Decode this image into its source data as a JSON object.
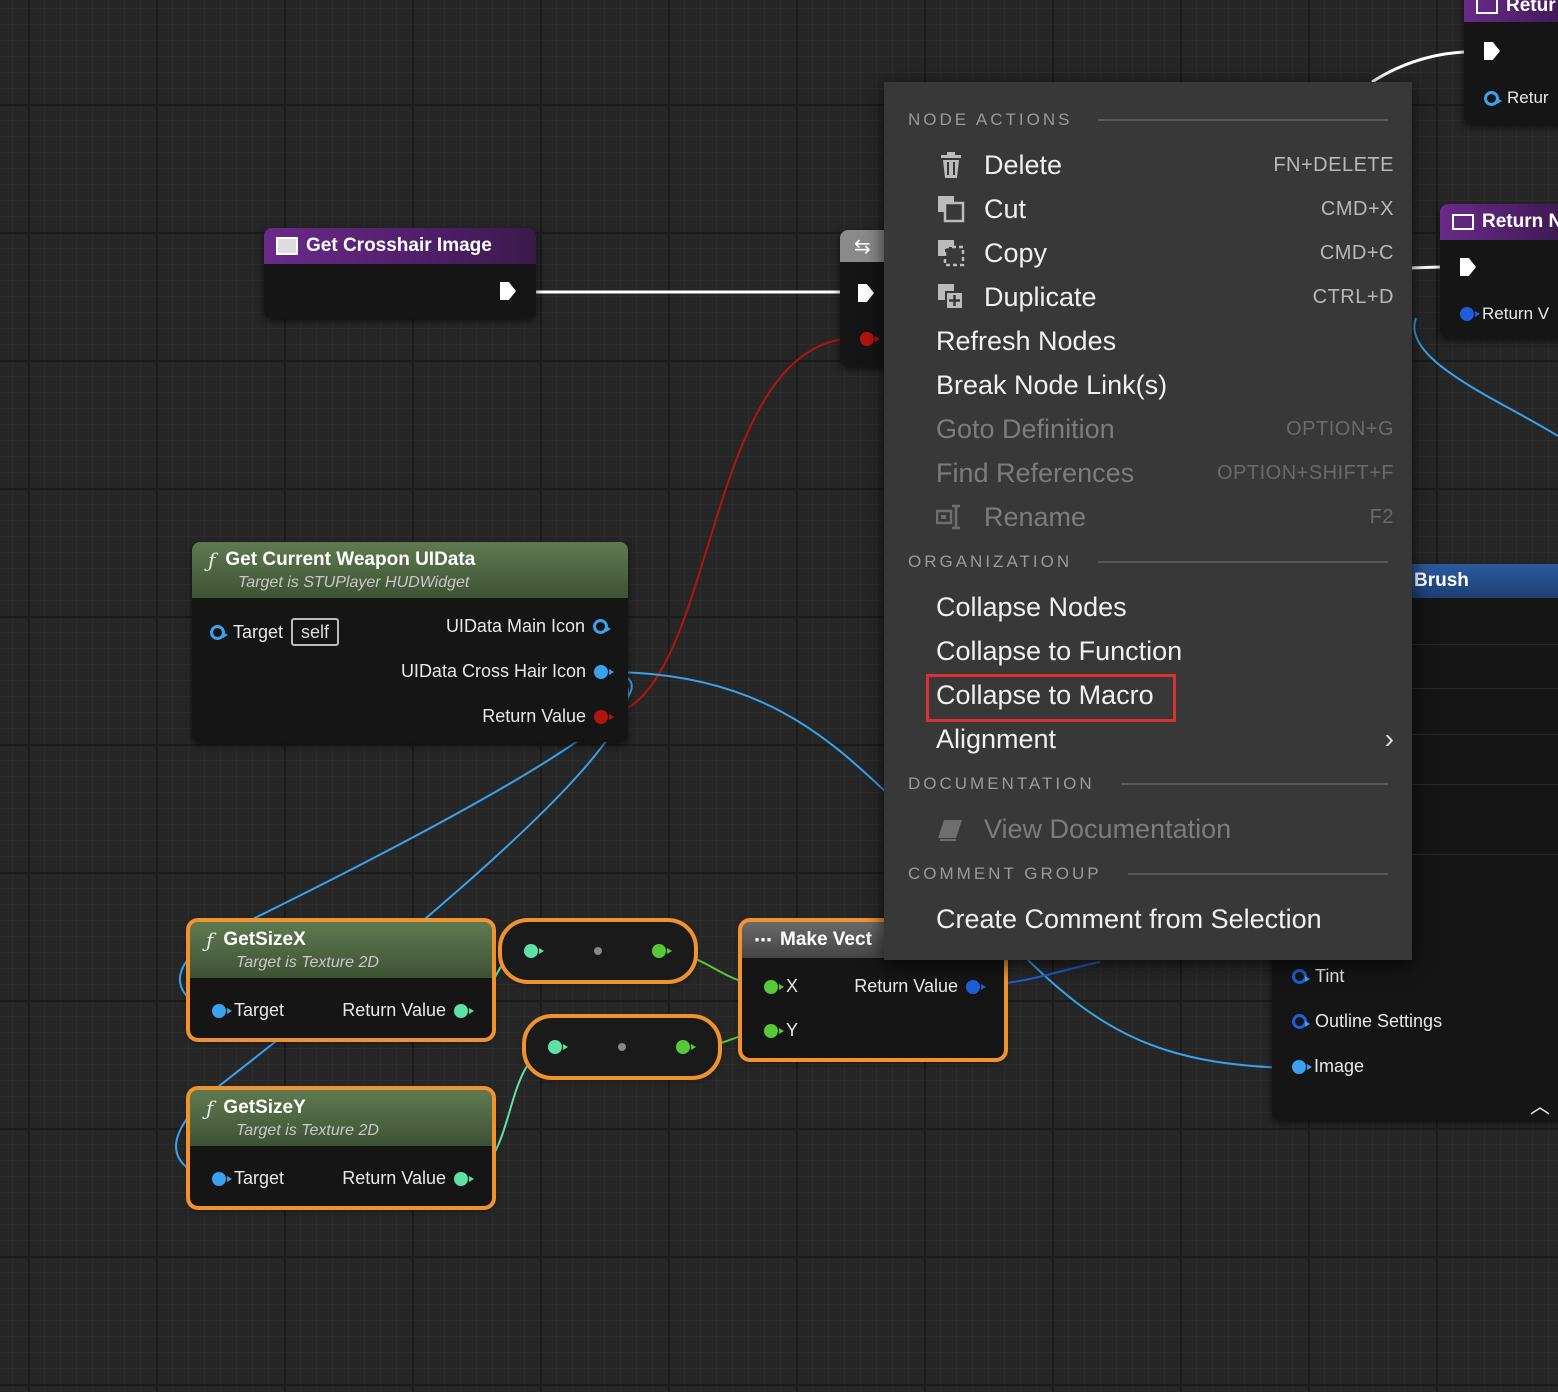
{
  "nodes": {
    "get_crosshair_image": {
      "title": "Get Crosshair Image"
    },
    "get_current_weapon": {
      "title": "Get Current Weapon UIData",
      "subtitle": "Target is STUPlayer HUDWidget",
      "target_label": "Target",
      "target_value": "self",
      "out_main_icon": "UIData Main Icon",
      "out_cross_hair_icon": "UIData Cross Hair Icon",
      "out_return": "Return Value"
    },
    "get_size_x": {
      "title": "GetSizeX",
      "subtitle": "Target is Texture 2D",
      "target_label": "Target",
      "out_return": "Return Value"
    },
    "get_size_y": {
      "title": "GetSizeY",
      "subtitle": "Target is Texture 2D",
      "target_label": "Target",
      "out_return": "Return Value"
    },
    "make_vector": {
      "title": "Make Vect",
      "in_x": "X",
      "in_y": "Y",
      "out_return": "Return Value"
    },
    "return_node_top": {
      "title": "Retur",
      "out_return": "Retur"
    },
    "return_node_mid": {
      "title": "Return N",
      "out_return": "Return V"
    },
    "brush_node": {
      "title": "Brush",
      "pins": [
        "Tint",
        "Outline Settings",
        "Image"
      ]
    }
  },
  "menu": {
    "sections": {
      "node_actions": "NODE ACTIONS",
      "organization": "ORGANIZATION",
      "documentation": "DOCUMENTATION",
      "comment_group": "COMMENT GROUP"
    },
    "items": {
      "delete": {
        "label": "Delete",
        "shortcut": "FN+DELETE",
        "icon": "trash-icon",
        "enabled": true
      },
      "cut": {
        "label": "Cut",
        "shortcut": "CMD+X",
        "icon": "cut-icon",
        "enabled": true
      },
      "copy": {
        "label": "Copy",
        "shortcut": "CMD+C",
        "icon": "copy-icon",
        "enabled": true
      },
      "duplicate": {
        "label": "Duplicate",
        "shortcut": "CTRL+D",
        "icon": "duplicate-icon",
        "enabled": true
      },
      "refresh_nodes": {
        "label": "Refresh Nodes",
        "enabled": true
      },
      "break_links": {
        "label": "Break Node Link(s)",
        "enabled": true
      },
      "goto_definition": {
        "label": "Goto Definition",
        "shortcut": "OPTION+G",
        "enabled": false
      },
      "find_references": {
        "label": "Find References",
        "shortcut": "OPTION+SHIFT+F",
        "enabled": false
      },
      "rename": {
        "label": "Rename",
        "shortcut": "F2",
        "icon": "rename-icon",
        "enabled": false
      },
      "collapse_nodes": {
        "label": "Collapse Nodes",
        "enabled": true
      },
      "collapse_function": {
        "label": "Collapse to Function",
        "enabled": true
      },
      "collapse_macro": {
        "label": "Collapse to Macro",
        "enabled": true,
        "highlighted": true
      },
      "alignment": {
        "label": "Alignment",
        "enabled": true,
        "submenu": true
      },
      "view_documentation": {
        "label": "View Documentation",
        "icon": "documentation-icon",
        "enabled": false
      },
      "create_comment": {
        "label": "Create Comment from Selection",
        "enabled": true
      }
    }
  },
  "colors": {
    "highlight": "#d93232",
    "selection": "#f0922e",
    "exec_wire": "#ffffff",
    "object_wire": "#3aa1ee",
    "struct_wire": "#b2150e",
    "int_wire": "#5fe0a6",
    "float_wire": "#58c936"
  }
}
